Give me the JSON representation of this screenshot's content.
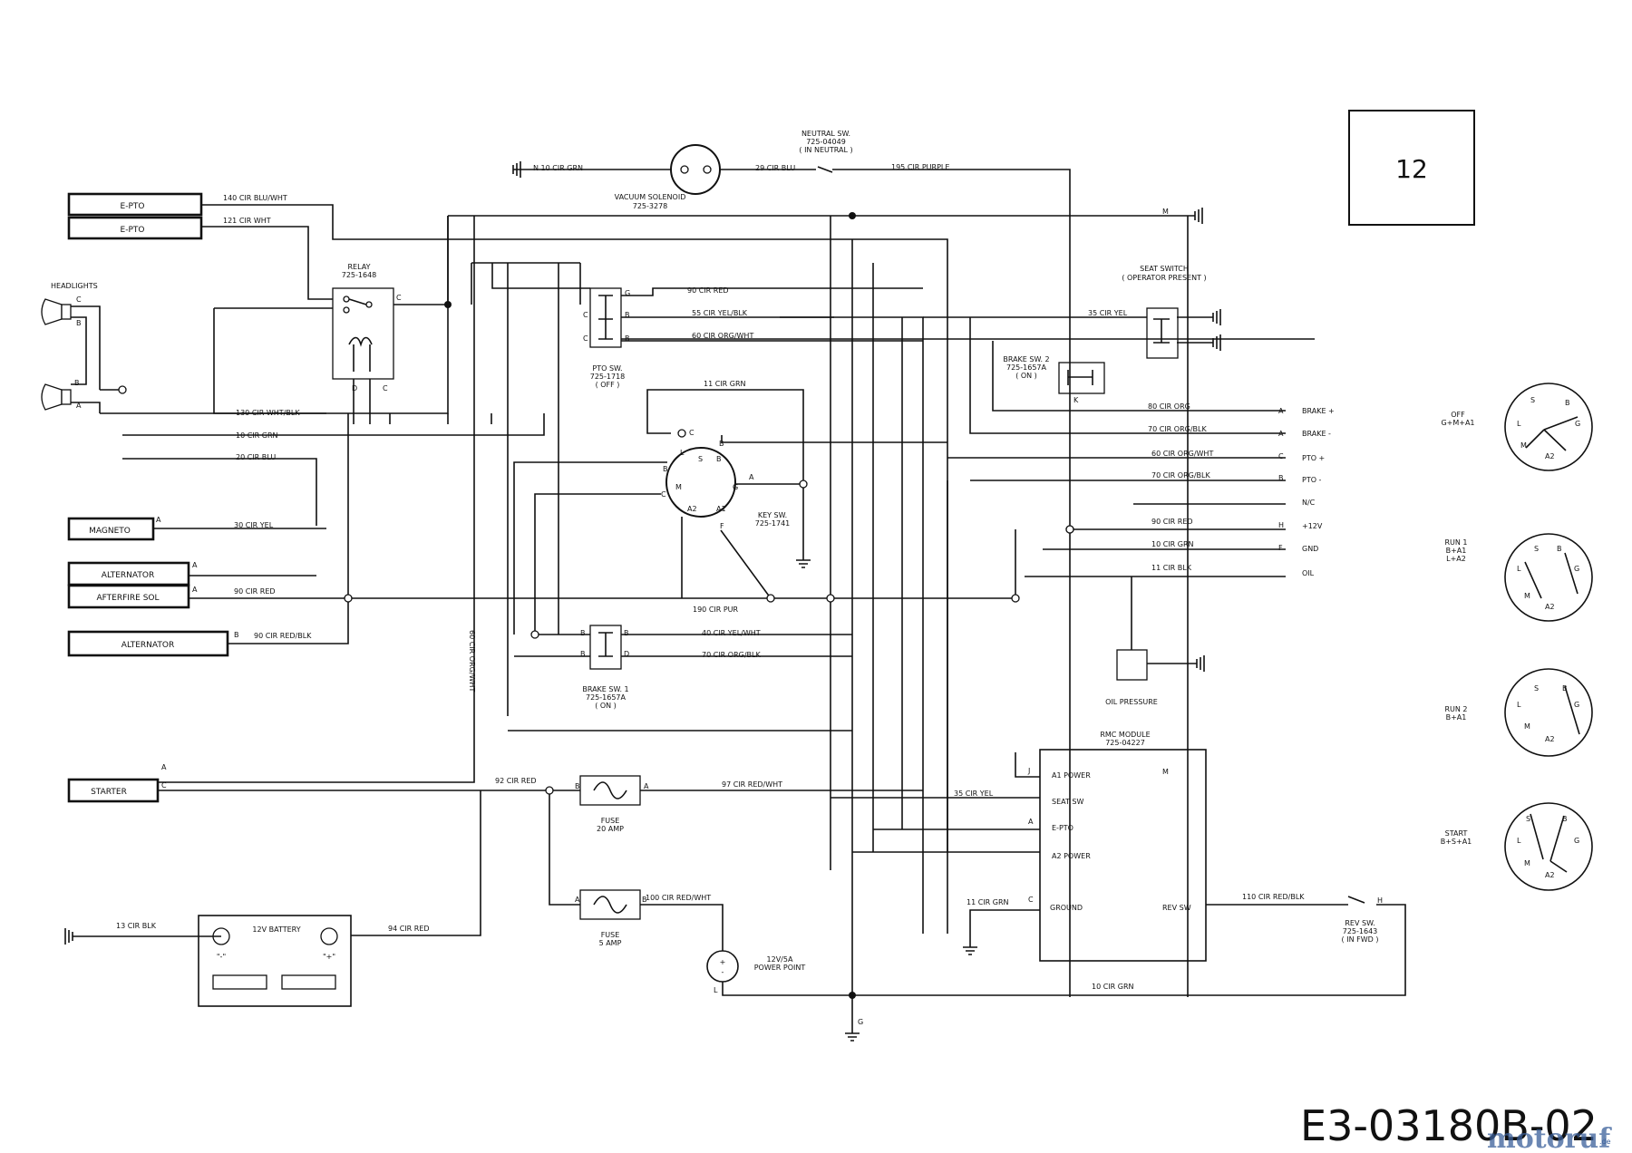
{
  "page_number": "12",
  "drawing_code": "E3-03180B-02",
  "watermark": {
    "main": "motoruf",
    "suffix": ".de"
  },
  "boxes": {
    "epto1": "E-PTO",
    "epto2": "E-PTO",
    "magneto": "MAGNETO",
    "alternator1": "ALTERNATOR",
    "afterfire": "AFTERFIRE SOL",
    "alternator2": "ALTERNATOR",
    "starter": "STARTER"
  },
  "components": {
    "headlights": "HEADLIGHTS",
    "relay": [
      "RELAY",
      "725-1648"
    ],
    "vacuum_solenoid": [
      "VACUUM SOLENOID",
      "725-3278"
    ],
    "neutral_switch": [
      "NEUTRAL SW.",
      "725-04049",
      "( IN NEUTRAL )"
    ],
    "seat_switch": [
      "SEAT SWITCH",
      "( OPERATOR PRESENT )"
    ],
    "brake_switch_2": [
      "BRAKE SW. 2",
      "725-1657A",
      "( ON )"
    ],
    "pto_switch": [
      "PTO SW.",
      "725-1718",
      "( OFF )"
    ],
    "key_switch": [
      "KEY SW.",
      "725-1741"
    ],
    "brake_switch_1": [
      "BRAKE SW. 1",
      "725-1657A",
      "( ON )"
    ],
    "oil_pressure": "OIL PRESSURE",
    "rmc_module": [
      "RMC MODULE",
      "725-04227"
    ],
    "fuse20": [
      "FUSE",
      "20 AMP"
    ],
    "fuse5": [
      "FUSE",
      "5 AMP"
    ],
    "battery": "12V BATTERY",
    "battery_neg": "\"-\"",
    "battery_pos": "\"+\"",
    "power_point": [
      "12V/5A",
      "POWER POINT"
    ],
    "rev_switch": [
      "REV SW.",
      "725-1643",
      "( IN FWD )"
    ]
  },
  "rmc_pins": [
    "A1 POWER",
    "SEAT SW",
    "E-PTO",
    "A2 POWER",
    "GROUND",
    "REV SW"
  ],
  "connector": {
    "pins": [
      "BRAKE +",
      "BRAKE -",
      "PTO +",
      "PTO -",
      "N/C",
      "+12V",
      "GND",
      "OIL"
    ],
    "letters": [
      "A",
      "A",
      "C",
      "B",
      "",
      "H",
      "F",
      ""
    ]
  },
  "wires": {
    "w140": "140 CIR BLU/WHT",
    "w121": "121 CIR WHT",
    "w10n": "N  10 CIR GRN",
    "w29": "29 CIR BLU",
    "w195": "195 CIR PURPLE",
    "w90a": "90 CIR RED",
    "w55": "55 CIR YEL/BLK",
    "w60a": "60 CIR ORG/WHT",
    "w11a": "11 CIR GRN",
    "w35a": "35 CIR YEL",
    "w80": "80 CIR ORG",
    "w70a": "70 CIR ORG/BLK",
    "w60b": "60 CIR ORG/WHT",
    "w70b": "70 CIR ORG/BLK",
    "w90b": "90 CIR RED",
    "w10b": "10 CIR GRN",
    "w11b": "11 CIR BLK",
    "w130": "130 CIR WHT/BLK",
    "w10c": "10 CIR GRN",
    "w20": "20 CIR BLU",
    "w30": "30 CIR YEL",
    "w90c": "90 CIR RED",
    "w90d": "90 CIR RED/BLK",
    "w190": "190 CIR PUR",
    "w40": "40 CIR YEL/WHT",
    "w70c": "70 CIR ORG/BLK",
    "w60v": "60 CIR ORG/WHT",
    "w92": "92 CIR RED",
    "w97": "97 CIR RED/WHT",
    "w35b": "35 CIR YEL",
    "w11c": "11 CIR GRN",
    "w110": "110 CIR RED/BLK",
    "w13": "13 CIR BLK",
    "w94": "94 CIR RED",
    "w100": "100 CIR RED/WHT",
    "w10d": "10 CIR GRN"
  },
  "switch_positions": [
    {
      "name": [
        "OFF",
        "G+M+A1"
      ]
    },
    {
      "name": [
        "RUN 1",
        "B+A1",
        "L+A2"
      ]
    },
    {
      "name": [
        "RUN 2",
        "B+A1"
      ]
    },
    {
      "name": [
        "START",
        "B+S+A1"
      ]
    }
  ],
  "dial_letters": [
    "S",
    "B",
    "L",
    "G",
    "M",
    "A2"
  ],
  "icons": [
    "ground-symbol",
    "headlight-icon",
    "switch-symbol",
    "fuse-symbol",
    "junction-dot"
  ]
}
